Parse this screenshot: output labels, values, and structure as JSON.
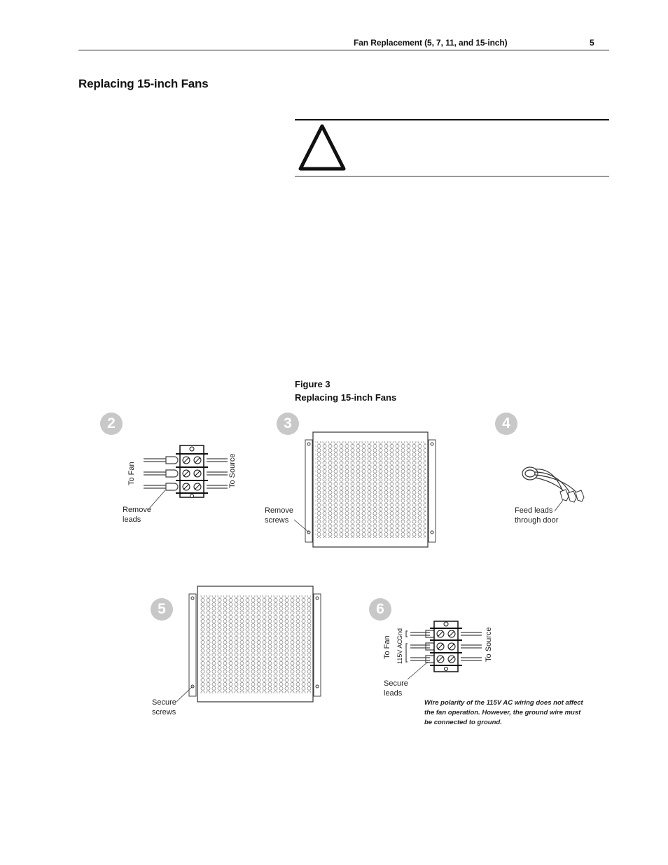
{
  "header": {
    "title": "Fan Replacement (5, 7, 11, and 15-inch)",
    "page_number": "5"
  },
  "section": {
    "title": "Replacing 15-inch Fans"
  },
  "attention": {
    "icon": "warning-triangle-icon"
  },
  "figure": {
    "number": "Figure 3",
    "title": "Replacing 15-inch Fans",
    "steps": [
      {
        "number": "2",
        "caption_line1": "Remove",
        "caption_line2": "leads",
        "left_label": "To Fan",
        "right_label": "To Source"
      },
      {
        "number": "3",
        "caption_line1": "Remove",
        "caption_line2": "screws"
      },
      {
        "number": "4",
        "caption_line1": "Feed leads",
        "caption_line2": "through door"
      },
      {
        "number": "5",
        "caption_line1": "Secure",
        "caption_line2": "screws"
      },
      {
        "number": "6",
        "caption_line1": "Secure",
        "caption_line2": "leads",
        "left_label": "To Fan",
        "right_label": "To Source",
        "gnd_label": "Gnd",
        "ac_label": "115V AC"
      }
    ],
    "note": "Wire polarity of the 115V AC wiring does not affect the fan operation.  However, the ground wire must be connected to ground."
  },
  "colors": {
    "step_circle": "#c8c8c8",
    "rule": "#111111"
  }
}
